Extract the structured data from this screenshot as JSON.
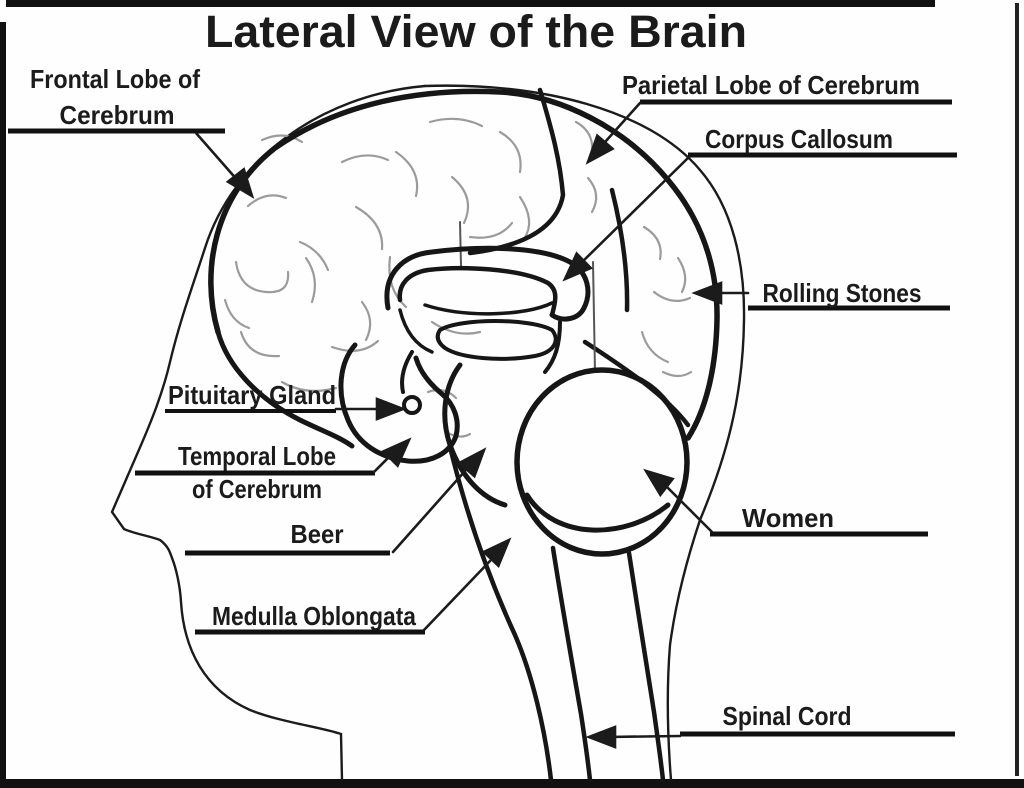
{
  "page": {
    "kind": "labeled-anatomy-diagram",
    "background_color": "#fefefe",
    "ink_color": "#1b1b1b",
    "sulci_color": "#9b9b9b"
  },
  "title": "Lateral View of the Brain",
  "labels": {
    "frontal": {
      "lines": [
        "Frontal Lobe of",
        "Cerebrum"
      ]
    },
    "parietal": {
      "lines": [
        "Parietal Lobe of Cerebrum"
      ]
    },
    "corpus": {
      "lines": [
        "Corpus Callosum"
      ]
    },
    "rolling": {
      "lines": [
        "Rolling Stones"
      ]
    },
    "pituitary": {
      "lines": [
        "Pituitary Gland"
      ]
    },
    "temporal": {
      "lines": [
        "Temporal Lobe",
        "of Cerebrum"
      ]
    },
    "beer": {
      "lines": [
        "Beer"
      ]
    },
    "women": {
      "lines": [
        "Women"
      ]
    },
    "medulla": {
      "lines": [
        "Medulla Oblongata"
      ]
    },
    "spinal": {
      "lines": [
        "Spinal Cord"
      ]
    }
  }
}
